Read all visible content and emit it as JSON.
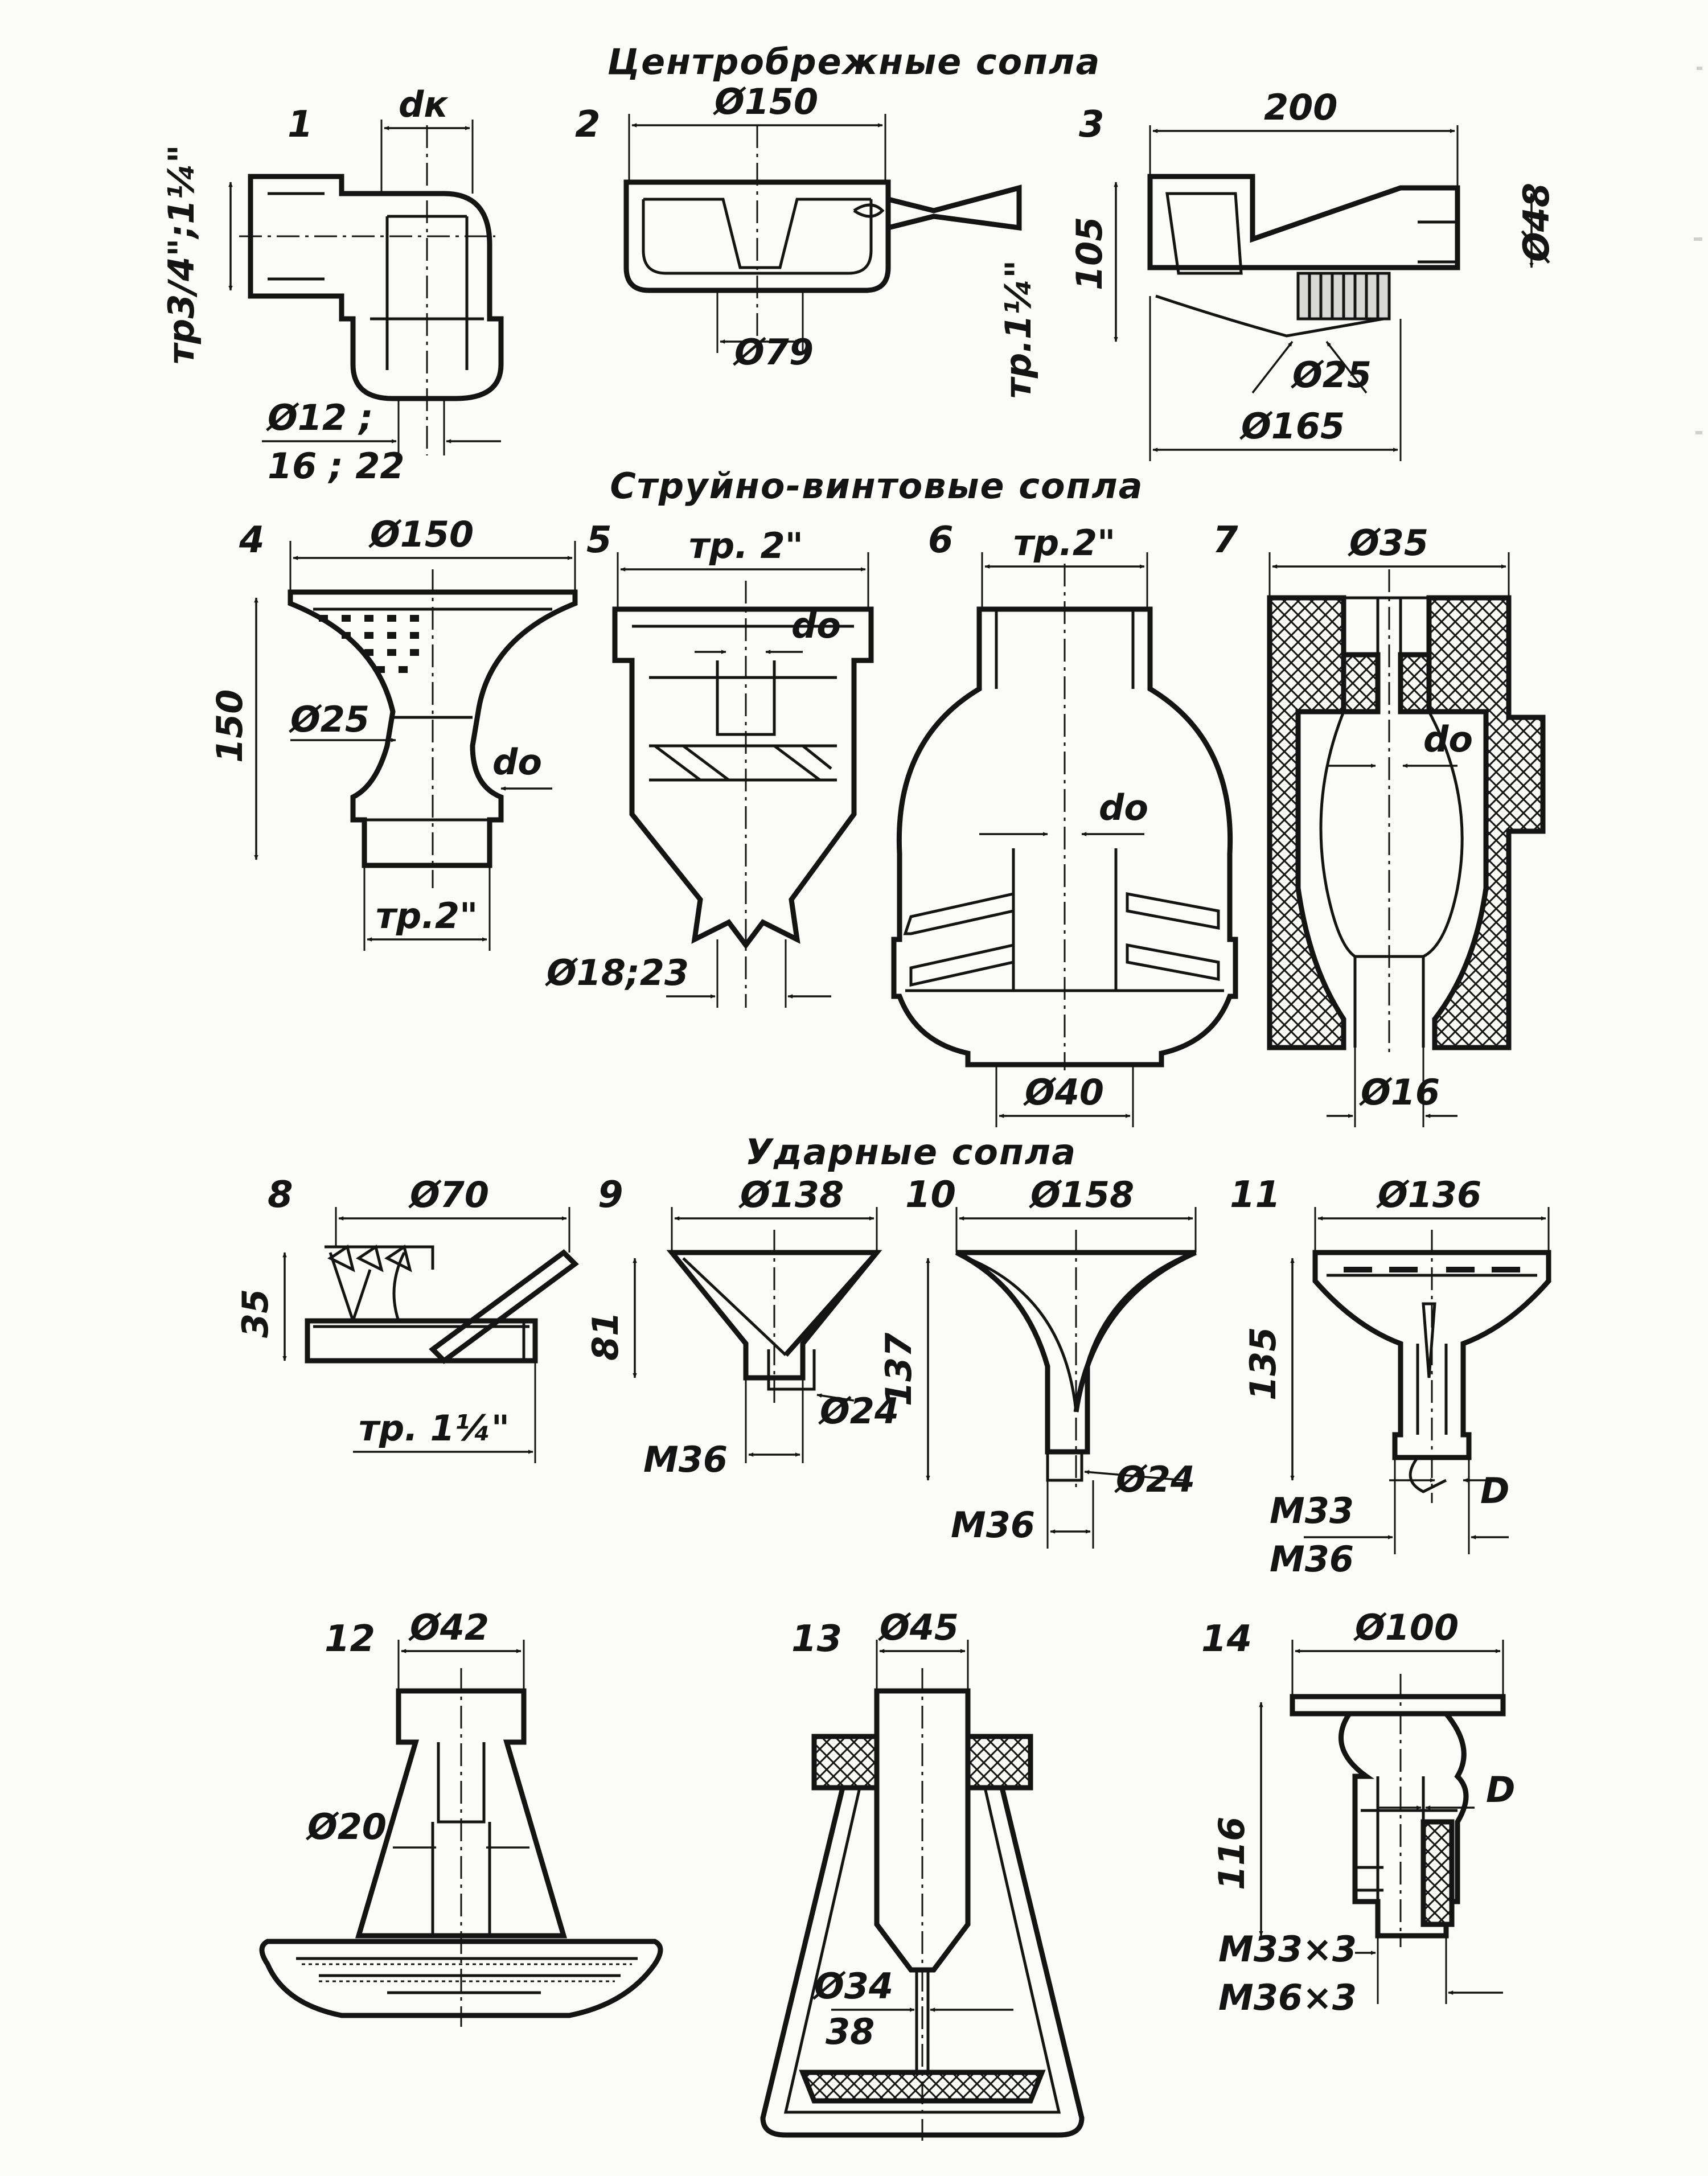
{
  "titles": {
    "centrifugal": "Центробрежные сопла",
    "jet_screw": "Струйно-винтовые сопла",
    "impact": "Ударные сопла"
  },
  "nozzles": [
    {
      "number": "1",
      "dims": [
        "dк",
        "тр3/4\";1¼\"",
        "Ø12 ;",
        "16 ; 22"
      ]
    },
    {
      "number": "2",
      "dims": [
        "Ø150",
        "Ø79",
        "тр.1¼\""
      ]
    },
    {
      "number": "3",
      "dims": [
        "200",
        "105",
        "Ø48",
        "Ø25",
        "Ø165"
      ]
    },
    {
      "number": "4",
      "dims": [
        "Ø150",
        "150",
        "Ø25",
        "dо",
        "тр.2\""
      ]
    },
    {
      "number": "5",
      "dims": [
        "тр. 2\"",
        "dо",
        "Ø18;23"
      ]
    },
    {
      "number": "6",
      "dims": [
        "тр.2\"",
        "dо",
        "Ø40"
      ]
    },
    {
      "number": "7",
      "dims": [
        "Ø35",
        "dо",
        "Ø16"
      ]
    },
    {
      "number": "8",
      "dims": [
        "Ø70",
        "35",
        "тр. 1¼\""
      ]
    },
    {
      "number": "9",
      "dims": [
        "Ø138",
        "81",
        "Ø24",
        "M36"
      ]
    },
    {
      "number": "10",
      "dims": [
        "Ø158",
        "137",
        "Ø24",
        "M36"
      ]
    },
    {
      "number": "11",
      "dims": [
        "Ø136",
        "135",
        "D",
        "M33",
        "M36"
      ]
    },
    {
      "number": "12",
      "dims": [
        "Ø42",
        "Ø20"
      ]
    },
    {
      "number": "13",
      "dims": [
        "Ø45",
        "Ø34",
        "38"
      ]
    },
    {
      "number": "14",
      "dims": [
        "Ø100",
        "116",
        "D",
        "M33×3",
        "M36×3"
      ]
    }
  ],
  "colors": {
    "ink": "#141414",
    "paper": "#fbfbf9"
  }
}
